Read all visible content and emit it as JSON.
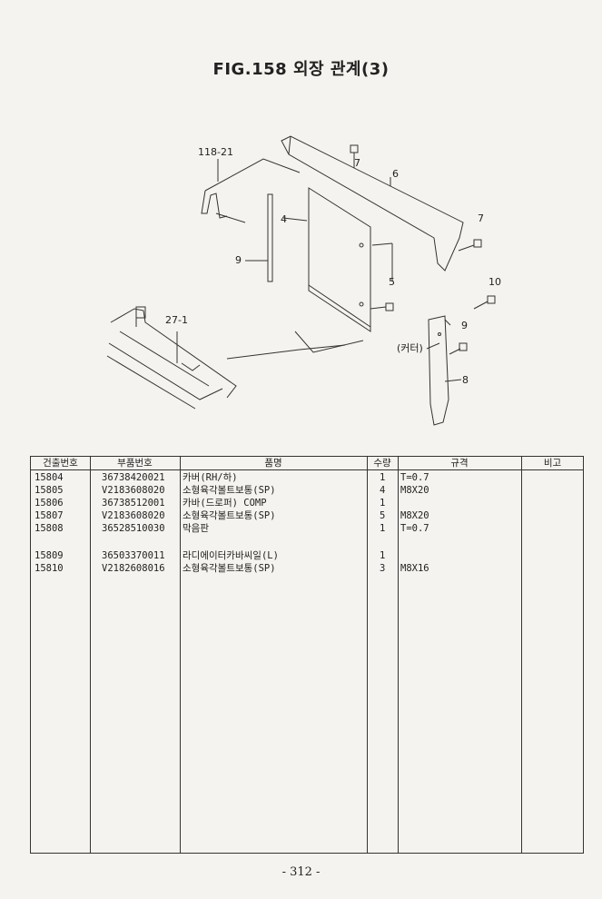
{
  "title": "FIG.158 외장 관계(3)",
  "diagram": {
    "callouts": {
      "c118_21": "118-21",
      "c7a": "7",
      "c6": "6",
      "c4": "4",
      "c7b": "7",
      "c9a": "9",
      "c5": "5",
      "c10": "10",
      "c27_1": "27-1",
      "c9b": "9",
      "c_cutter": "(커터)",
      "c8": "8"
    }
  },
  "table": {
    "headers": {
      "no": "건출번호",
      "part": "부품번호",
      "name": "품명",
      "qty": "수량",
      "spec": "규격",
      "note": "비고"
    },
    "rows": [
      {
        "no": "15804",
        "part": "36738420021",
        "name": "카버(RH/하)",
        "qty": "1",
        "spec": "T=0.7"
      },
      {
        "no": "15805",
        "part": "V2183608020",
        "name": "소형육각볼트보통(SP)",
        "qty": "4",
        "spec": "M8X20"
      },
      {
        "no": "15806",
        "part": "36738512001",
        "name": "카바(드로퍼) COMP",
        "qty": "1",
        "spec": ""
      },
      {
        "no": "15807",
        "part": "V2183608020",
        "name": "소형육각볼트보통(SP)",
        "qty": "5",
        "spec": "M8X20"
      },
      {
        "no": "15808",
        "part": "36528510030",
        "name": "막음판",
        "qty": "1",
        "spec": "T=0.7"
      },
      {
        "no": "15809",
        "part": "36503370011",
        "name": "라디에이터카바씨일(L)",
        "qty": "1",
        "spec": ""
      },
      {
        "no": "15810",
        "part": "V2182608016",
        "name": "소형육각볼트보통(SP)",
        "qty": "3",
        "spec": "M8X16"
      }
    ]
  },
  "page_number": "- 312 -"
}
